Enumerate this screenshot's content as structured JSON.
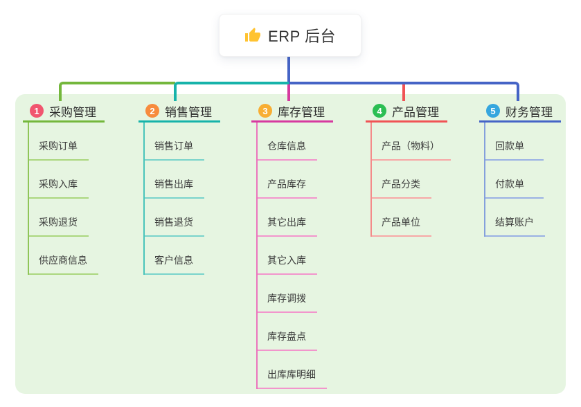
{
  "root": {
    "title": "ERP 后台",
    "icon": "thumbs-up"
  },
  "branches": [
    {
      "number": "1",
      "label": "采购管理",
      "color": "#74B73C",
      "badge_color": "#F1556F",
      "light_color": "#ABD77E",
      "items": [
        "采购订单",
        "采购入库",
        "采购退货",
        "供应商信息"
      ]
    },
    {
      "number": "2",
      "label": "销售管理",
      "color": "#17B3AA",
      "badge_color": "#F78B3D",
      "light_color": "#79D3CB",
      "items": [
        "销售订单",
        "销售出库",
        "销售退货",
        "客户信息"
      ]
    },
    {
      "number": "3",
      "label": "库存管理",
      "color": "#D6399F",
      "badge_color": "#F8AE33",
      "light_color": "#F295CC",
      "items": [
        "仓库信息",
        "产品库存",
        "其它出库",
        "其它入库",
        "库存调拨",
        "库存盘点",
        "出库库明细"
      ]
    },
    {
      "number": "4",
      "label": "产品管理",
      "color": "#F05355",
      "badge_color": "#2BBE53",
      "light_color": "#F7A7A6",
      "items": [
        "产品（物料）",
        "产品分类",
        "产品单位"
      ]
    },
    {
      "number": "5",
      "label": "财务管理",
      "color": "#4564C6",
      "badge_color": "#36A6DE",
      "light_color": "#9AB1E4",
      "items": [
        "回款单",
        "付款单",
        "结算账户"
      ]
    }
  ],
  "colors": {
    "panel_bg": "#E6F5E1",
    "root_connector": "#4564C6",
    "card_bg": "#FFFFFF"
  }
}
